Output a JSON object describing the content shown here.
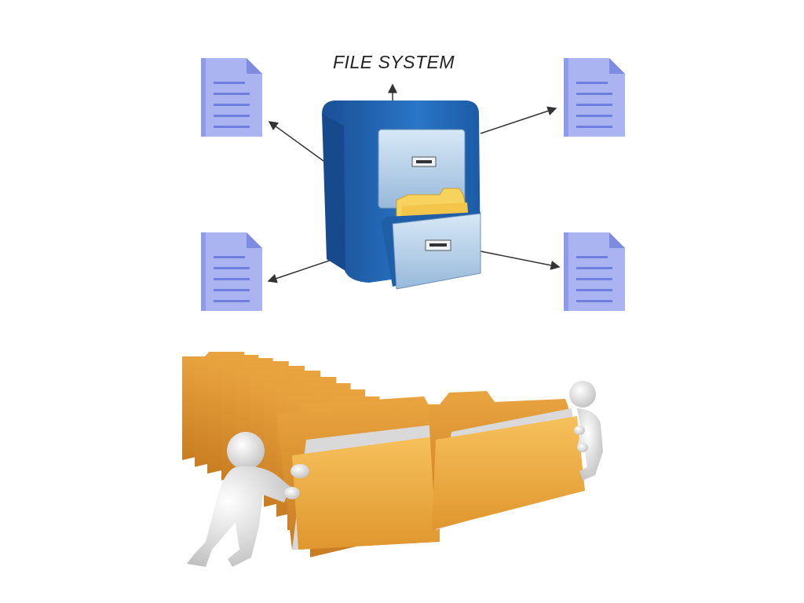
{
  "diagram": {
    "title": "FILE SYSTEM",
    "nodes": [
      {
        "id": "file-top-left",
        "type": "document-icon"
      },
      {
        "id": "file-top-right",
        "type": "document-icon"
      },
      {
        "id": "file-bottom-left",
        "type": "document-icon"
      },
      {
        "id": "file-bottom-right",
        "type": "document-icon"
      },
      {
        "id": "filing-cabinet",
        "type": "filing-cabinet-icon"
      }
    ],
    "edges": [
      {
        "from": "filing-cabinet",
        "to": "title"
      },
      {
        "from": "filing-cabinet",
        "to": "file-top-left"
      },
      {
        "from": "filing-cabinet",
        "to": "file-top-right"
      },
      {
        "from": "filing-cabinet",
        "to": "file-bottom-left"
      },
      {
        "from": "filing-cabinet",
        "to": "file-bottom-right"
      }
    ]
  },
  "illustration": {
    "subject": "folders-pushed-by-figures",
    "folder_count": 14
  },
  "colors": {
    "document_fill": "#a9b4f0",
    "document_fold": "#7d8be0",
    "document_lines": "#6f7fe0",
    "cabinet_blue": "#1f5fa8",
    "drawer_face": "#b9d3ea",
    "folder_yellow": "#f7d35e",
    "folder_orange": "#f1b04a",
    "arrow": "#333333"
  }
}
